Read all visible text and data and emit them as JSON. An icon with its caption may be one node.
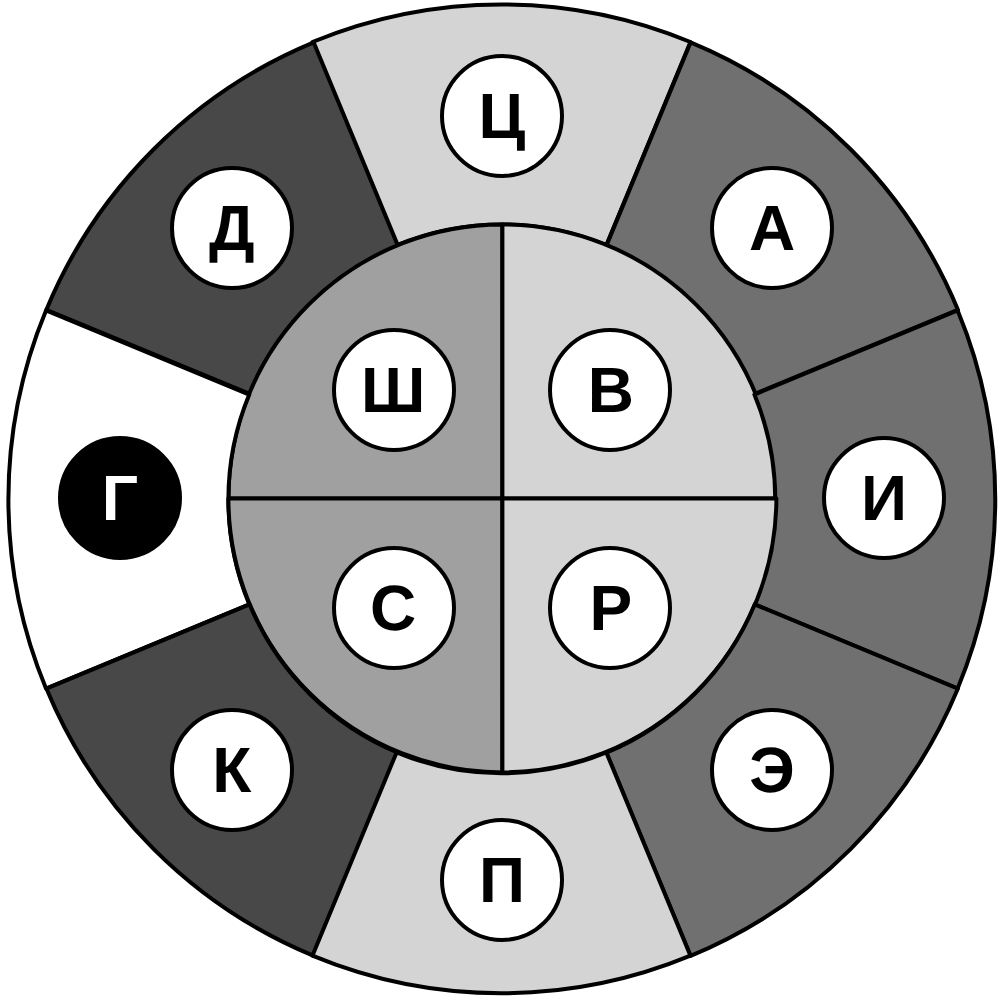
{
  "diagram": {
    "nodes": [
      {
        "text": [
          "Ц"
        ]
      },
      {
        "text": [
          "Д"
        ]
      },
      {
        "text": [
          "А"
        ]
      },
      {
        "text": [
          "Ш"
        ]
      },
      {
        "text": [
          "В"
        ]
      },
      {
        "text": [
          "Г"
        ]
      },
      {
        "text": [
          "И"
        ]
      },
      {
        "text": [
          "С"
        ]
      },
      {
        "text": [
          "Р"
        ]
      },
      {
        "text": [
          "К"
        ]
      },
      {
        "text": [
          "Э"
        ]
      },
      {
        "text": [
          "П"
        ]
      }
    ]
  }
}
